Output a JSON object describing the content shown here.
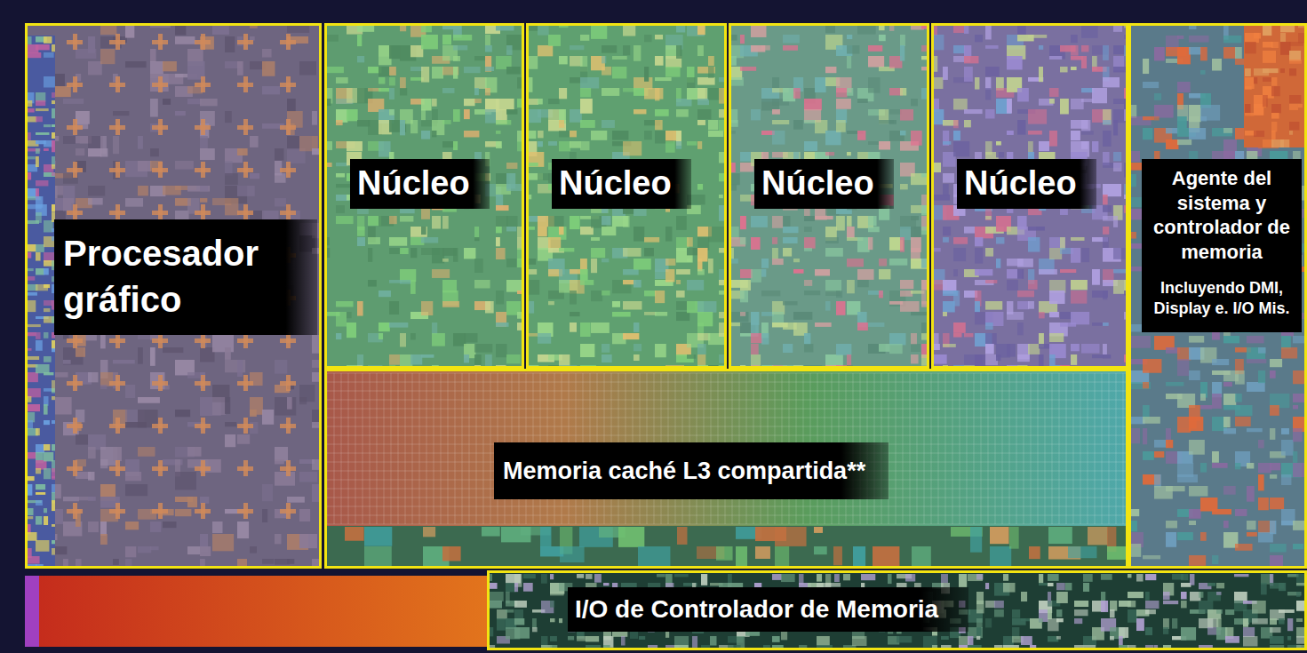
{
  "diagram": {
    "nodes": [
      {
        "text": [
          "Procesador gráfico"
        ]
      },
      {
        "text": [
          "Núcleo"
        ]
      },
      {
        "text": [
          "Núcleo"
        ]
      },
      {
        "text": [
          "Núcleo"
        ]
      },
      {
        "text": [
          "Núcleo"
        ]
      },
      {
        "text": [
          "Agente del sistema y controlador de memoria",
          "Incluyendo DMI, Display e. I/O Mis."
        ]
      },
      {
        "text": [
          "Memoria caché L3 compartida**"
        ]
      },
      {
        "text": [
          "I/O de Controlador de Memoria"
        ]
      }
    ]
  }
}
